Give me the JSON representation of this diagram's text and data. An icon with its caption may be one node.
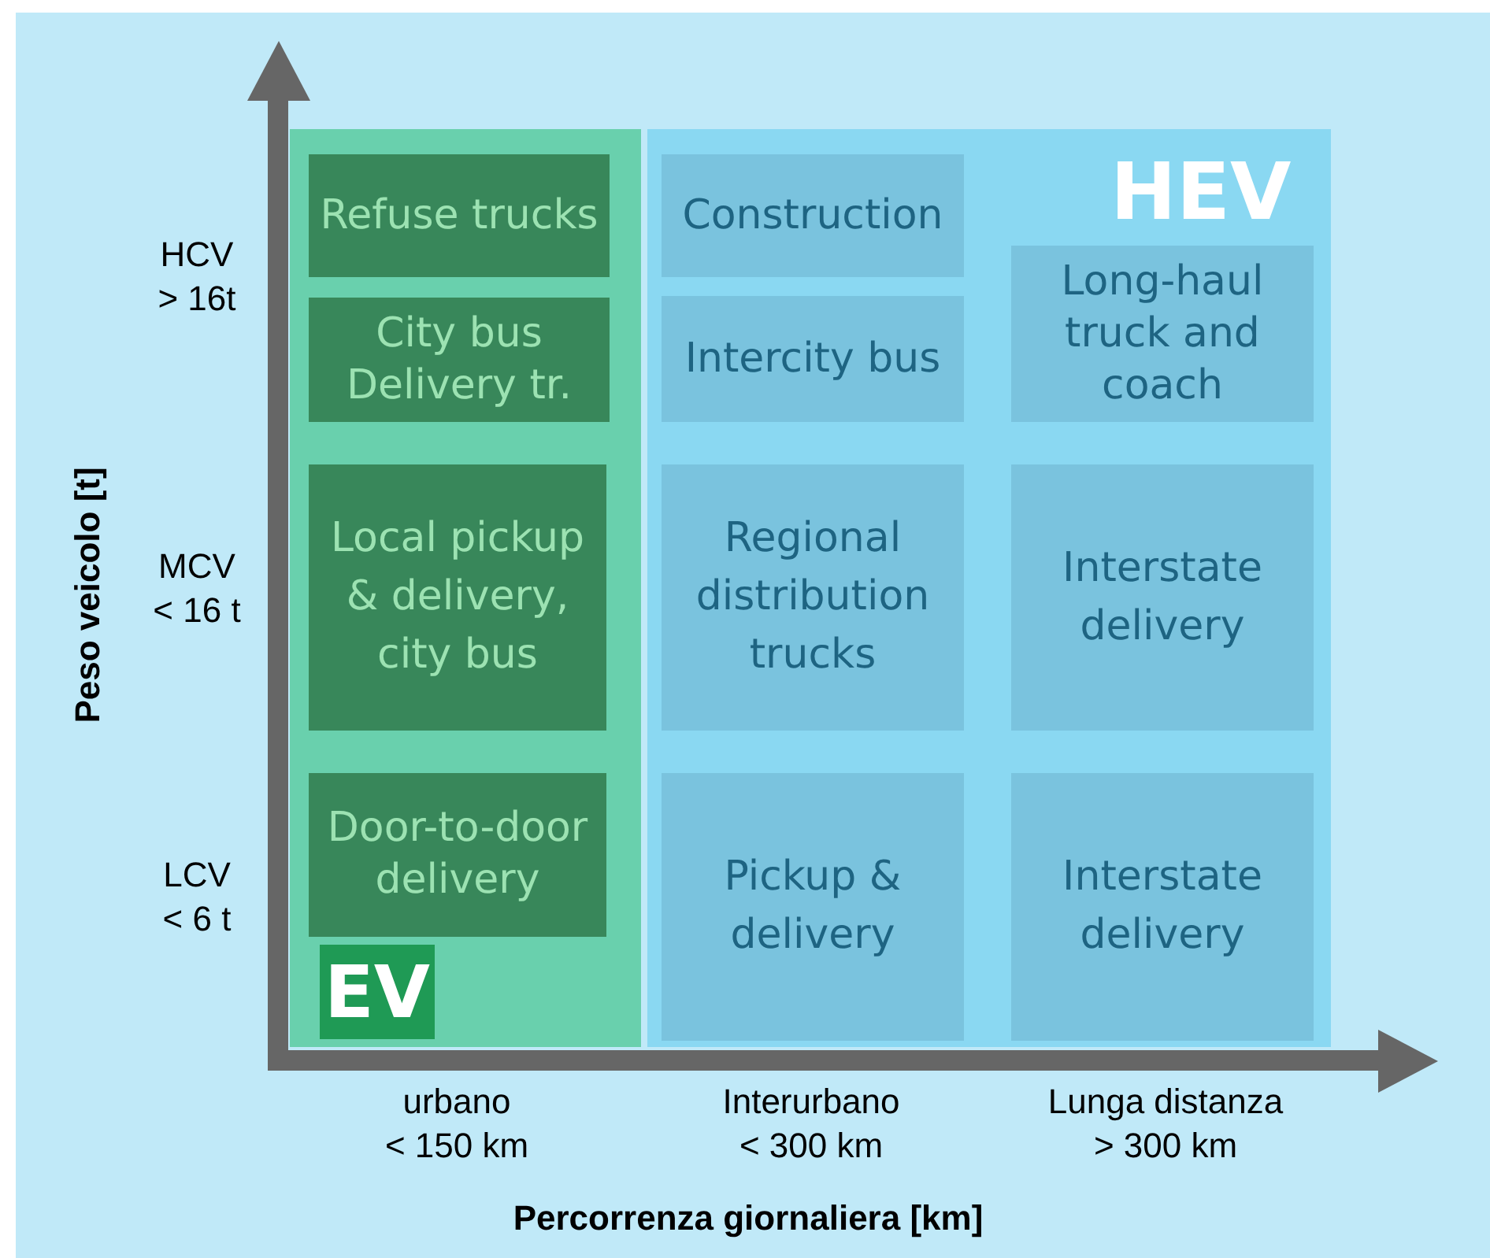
{
  "diagram": {
    "nodes": [
      {
        "text": [
          "EV"
        ]
      },
      {
        "text": [
          "Refuse trucks"
        ],
        "in": 0
      },
      {
        "text": [
          "City bus Delivery tr."
        ],
        "in": 0
      },
      {
        "text": [
          "Local pickup & delivery, city bus"
        ],
        "in": 0
      },
      {
        "text": [
          "Door-to-door delivery"
        ],
        "in": 0
      },
      {
        "text": [
          "HEV"
        ]
      },
      {
        "text": [
          "Construction"
        ],
        "in": 5
      },
      {
        "text": [
          "Intercity bus"
        ],
        "in": 5
      },
      {
        "text": [
          "Regional distribution trucks"
        ],
        "in": 5
      },
      {
        "text": [
          "Pickup & delivery"
        ],
        "in": 5
      },
      {
        "text": [
          "Long-haul truck and coach"
        ],
        "in": 5
      },
      {
        "text": [
          "Interstate delivery"
        ],
        "in": 5
      },
      {
        "text": [
          "Interstate delivery"
        ],
        "in": 5
      }
    ],
    "labels": [
      "HCV > 16t",
      "MCV < 16 t",
      "LCV < 6 t",
      "urbano < 150 km",
      "Interurbano < 300 km",
      "Lunga distanza > 300 km",
      "Peso veicolo [t]",
      "Percorrenza giornaliera [km]"
    ]
  }
}
